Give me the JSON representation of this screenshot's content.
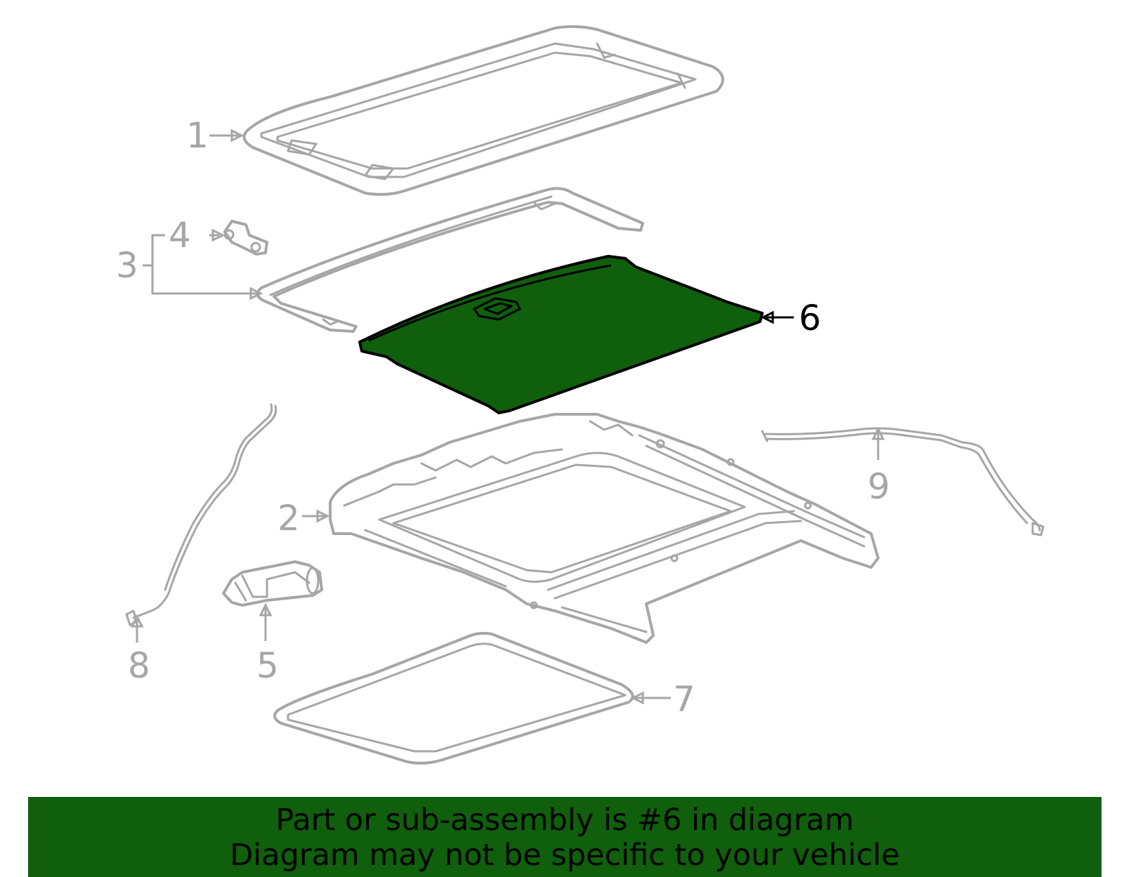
{
  "diagram": {
    "callouts": [
      "1",
      "2",
      "3",
      "4",
      "5",
      "6",
      "7",
      "8",
      "9"
    ],
    "highlighted_part": "6",
    "colors": {
      "highlight_fill": "#0f5f0c",
      "part_stroke": "#a6a6a6",
      "highlight_stroke": "#000000"
    }
  },
  "banner": {
    "line1": "Part or sub-assembly is #6 in diagram",
    "line2": "Diagram may not be specific to your vehicle"
  }
}
